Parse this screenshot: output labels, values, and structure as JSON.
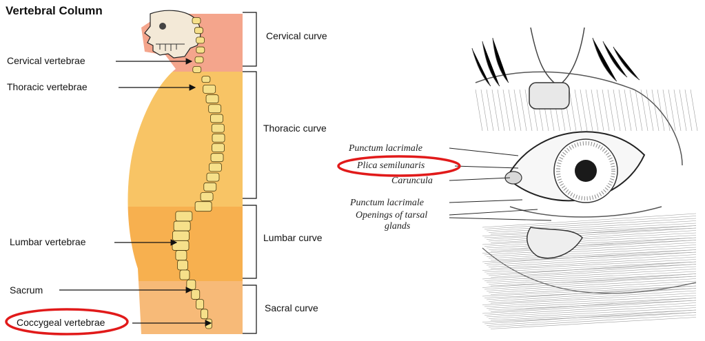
{
  "spine": {
    "title": "Vertebral Column",
    "labels": {
      "cervical_vertebrae": "Cervical vertebrae",
      "thoracic_vertebrae": "Thoracic vertebrae",
      "lumbar_vertebrae": "Lumbar vertebrae",
      "sacrum": "Sacrum",
      "coccygeal_vertebrae": "Coccygeal vertebrae"
    },
    "curves": {
      "cervical": "Cervical curve",
      "thoracic": "Thoracic curve",
      "lumbar": "Lumbar curve",
      "sacral": "Sacral curve"
    },
    "colors": {
      "cervical_region": "#f4a58c",
      "thoracic_region": "#f8c465",
      "lumbar_region": "#f7b04f",
      "sacral_region": "#f7ba78",
      "vertebra": "#f6e08a",
      "highlight_circle": "#e11a1a"
    }
  },
  "eye": {
    "labels": {
      "punctum_upper": "Punctum lacrimale",
      "plica": "Plica semilunaris",
      "caruncula": "Caruncula",
      "punctum_lower": "Punctum lacrimale",
      "openings_line1": "Openings of tarsal",
      "openings_line2": "glands"
    }
  }
}
